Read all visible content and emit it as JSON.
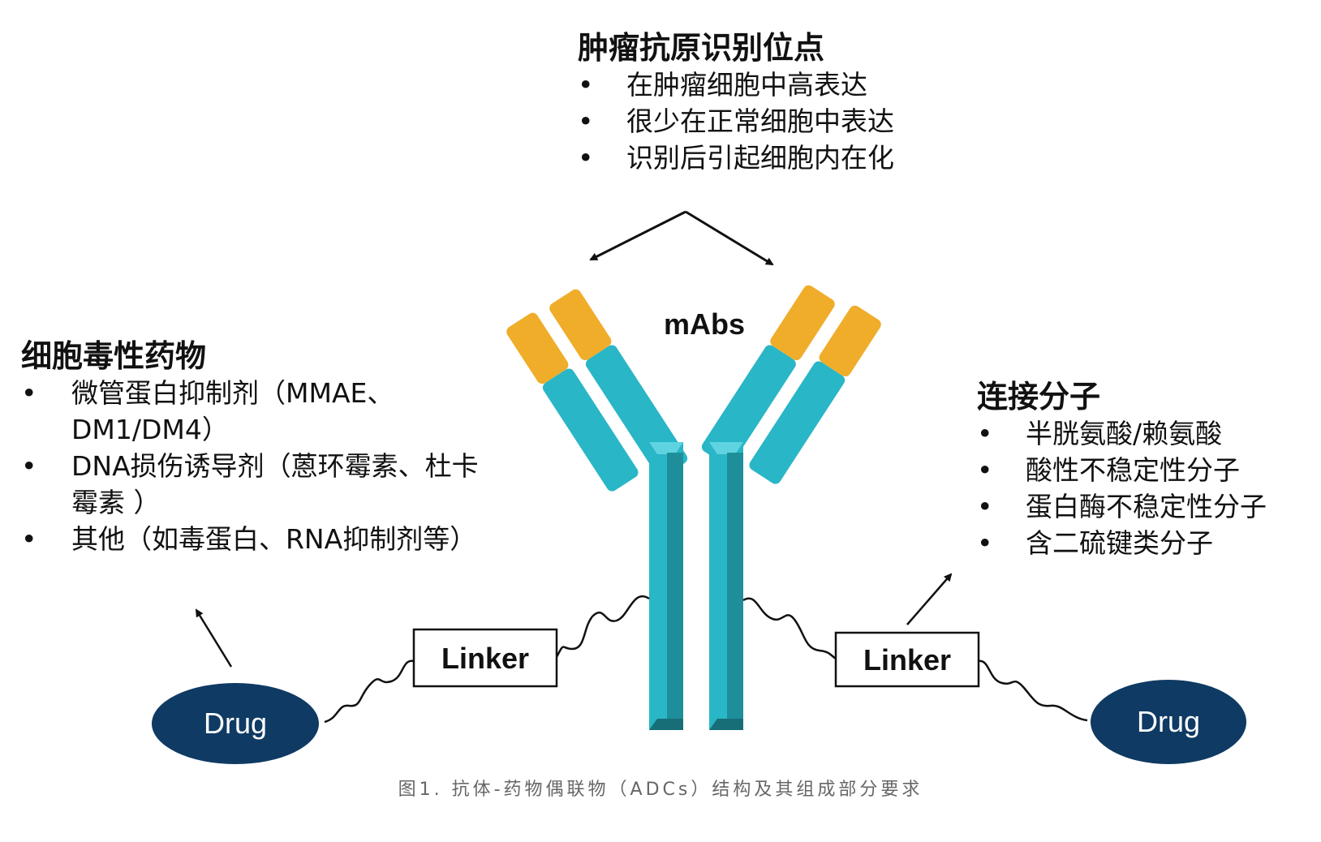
{
  "top_section": {
    "title": "肿瘤抗原识别位点",
    "bullets": [
      "在肿瘤细胞中高表达",
      "很少在正常细胞中表达",
      "识别后引起细胞内在化"
    ]
  },
  "left_section": {
    "title": "细胞毒性药物",
    "bullets": [
      "微管蛋白抑制剂（MMAE、DM1/DM4）",
      "DNA损伤诱导剂（蒽环霉素、杜卡霉素 ）",
      "其他（如毒蛋白、RNA抑制剂等）"
    ]
  },
  "right_section": {
    "title": "连接分子",
    "bullets": [
      "半胱氨酸/赖氨酸",
      "酸性不稳定性分子",
      "蛋白酶不稳定性分子",
      "含二硫键类分子"
    ]
  },
  "bullet_symbol": "•",
  "antibody_label": "mAbs",
  "linker_left_label": "Linker",
  "linker_right_label": "Linker",
  "drug_left_label": "Drug",
  "drug_right_label": "Drug",
  "caption": "图1. 抗体-药物偶联物（ADCs）结构及其组成部分要求",
  "colors": {
    "antibody_teal": "#29b6c6",
    "antibody_teal_dark": "#1e8e9b",
    "antibody_teal_shadow": "#186e77",
    "antigen_tip": "#f0ad2a",
    "drug_fill": "#0f3a63",
    "caption_text": "#666666"
  }
}
